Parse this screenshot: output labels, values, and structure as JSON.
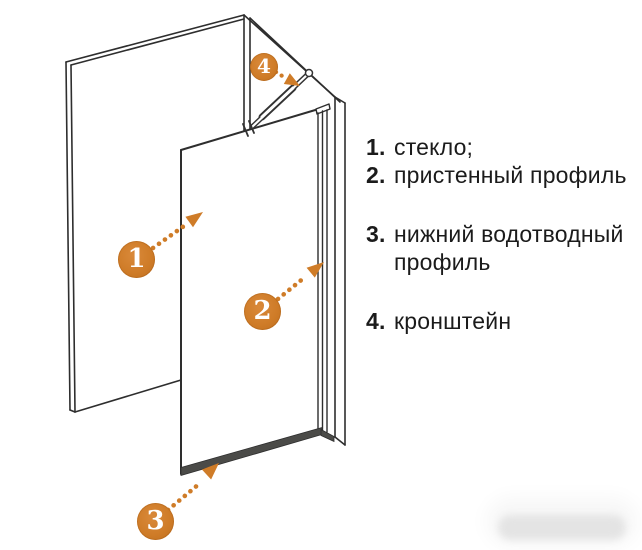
{
  "diagram": {
    "title_semantic": "walk-in shower glass panel installation scheme",
    "accent_color": "#cf7c28",
    "line_color": "#2e2e2e",
    "profile_color": "#4b4b48",
    "callouts": [
      {
        "number": "1"
      },
      {
        "number": "2"
      },
      {
        "number": "3"
      },
      {
        "number": "4"
      }
    ]
  },
  "legend": {
    "items": [
      {
        "num": "1.",
        "text": "стекло;"
      },
      {
        "num": "2.",
        "text": "пристенный профиль"
      },
      {
        "num": "3.",
        "text": "нижний водотводный профиль"
      },
      {
        "num": "4.",
        "text": "кронштейн"
      }
    ]
  }
}
